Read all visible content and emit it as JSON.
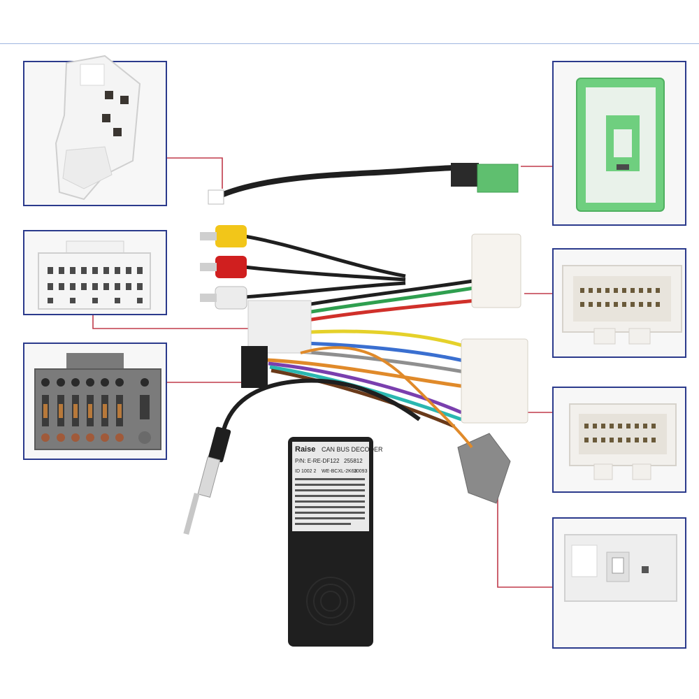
{
  "product": {
    "decoder_label": {
      "brand": "Raise",
      "title": "CAN BUS DECODER",
      "line_pn": "P/N: E-RE-DF122",
      "line_code": "255812",
      "line_id": "ID 1002 2",
      "line_model": "WE-BCXL-2K63",
      "line_ver": "10093"
    }
  },
  "colors": {
    "frame_border": "#2b3a8c",
    "leader_line": "#c03a4a",
    "green_connector": "#6fcf7f",
    "black_body": "#1f1f1f",
    "grey_plug": "#8a8a8a"
  }
}
